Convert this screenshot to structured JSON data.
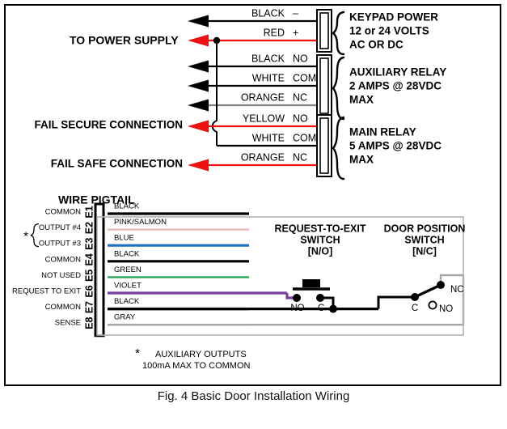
{
  "figure": {
    "caption": "Fig. 4  Basic Door Installation Wiring",
    "border_color": "#000000"
  },
  "colors": {
    "black": "#000000",
    "red": "#ee1111",
    "gray": "#808080",
    "white_wire": "#000000",
    "pink_salmon": "#e7b9b9",
    "blue": "#1f6fc0",
    "green": "#2aa858",
    "violet": "#7b3f9e",
    "light_gray": "#a6a6a6",
    "frame_gray": "#b3b3b3"
  },
  "power_supply": {
    "label": "TO POWER SUPPLY"
  },
  "terminal_blocks": [
    {
      "id": "keypad-power",
      "title_lines": [
        "KEYPAD POWER",
        "12 or 24 VOLTS",
        "AC OR DC"
      ],
      "rows": [
        {
          "wire": "BLACK",
          "terminal": "–",
          "arrow_color": "black",
          "line_color": "black"
        },
        {
          "wire": "RED",
          "terminal": "+",
          "arrow_color": "red",
          "line_color": "red"
        }
      ]
    },
    {
      "id": "auxiliary-relay",
      "title_lines": [
        "AUXILIARY RELAY",
        "2 AMPS @ 28VDC",
        "MAX"
      ],
      "rows": [
        {
          "wire": "BLACK",
          "terminal": "NO",
          "arrow_color": "black",
          "line_color": "black"
        },
        {
          "wire": "WHITE",
          "terminal": "COM",
          "arrow_color": "black",
          "line_color": "black"
        },
        {
          "wire": "ORANGE",
          "terminal": "NC",
          "arrow_color": "black",
          "line_color": "gray"
        }
      ]
    },
    {
      "id": "main-relay",
      "title_lines": [
        "MAIN RELAY",
        "5 AMPS @ 28VDC",
        "MAX"
      ],
      "rows": [
        {
          "wire": "YELLOW",
          "terminal": "NO",
          "arrow_color": "red",
          "line_color": "red"
        },
        {
          "wire": "WHITE",
          "terminal": "COM",
          "arrow_color": "none",
          "line_color": "black"
        },
        {
          "wire": "ORANGE",
          "terminal": "NC",
          "arrow_color": "red",
          "line_color": "red"
        }
      ]
    }
  ],
  "connection_labels": {
    "fail_secure": "FAIL SECURE CONNECTION",
    "fail_safe": "FAIL SAFE CONNECTION"
  },
  "pigtail": {
    "title": "WIRE PIGTAIL",
    "asterisk": "*",
    "wires": [
      {
        "terminal": "E1",
        "function": "COMMON",
        "color_name": "BLACK",
        "color": "black",
        "thick": true,
        "len": 175
      },
      {
        "terminal": "E2",
        "function": "OUTPUT #4",
        "color_name": "PINK/SALMON",
        "color": "pink_salmon",
        "thick": false,
        "len": 175
      },
      {
        "terminal": "E3",
        "function": "OUTPUT #3",
        "color_name": "BLUE",
        "color": "blue",
        "thick": true,
        "len": 175
      },
      {
        "terminal": "E4",
        "function": "COMMON",
        "color_name": "BLACK",
        "color": "black",
        "thick": true,
        "len": 175
      },
      {
        "terminal": "E5",
        "function": "NOT USED",
        "color_name": "GREEN",
        "color": "green",
        "thick": false,
        "len": 175
      },
      {
        "terminal": "E6",
        "function": "REQUEST TO EXIT",
        "color_name": "VIOLET",
        "color": "violet",
        "thick": true,
        "len": 222
      },
      {
        "terminal": "E7",
        "function": "COMMON",
        "color_name": "BLACK",
        "color": "black",
        "thick": true,
        "len": 175
      },
      {
        "terminal": "E8",
        "function": "SENSE",
        "color_name": "GRAY",
        "color": "light_gray",
        "thick": false,
        "len": 175
      }
    ]
  },
  "switches": [
    {
      "id": "request-to-exit-switch",
      "title_lines": [
        "REQUEST-TO-EXIT",
        "SWITCH",
        "[N/O]"
      ],
      "terminals": [
        {
          "name": "NO"
        },
        {
          "name": "C"
        }
      ]
    },
    {
      "id": "door-position-switch",
      "title_lines": [
        "DOOR POSITION",
        "SWITCH",
        "[N/C]"
      ],
      "terminals": [
        {
          "name": "C"
        },
        {
          "name": "NC"
        },
        {
          "name": "NO"
        }
      ]
    }
  ],
  "footnote": {
    "marker": "*",
    "line1": "AUXILIARY OUTPUTS",
    "line2": "100mA MAX TO COMMON"
  }
}
